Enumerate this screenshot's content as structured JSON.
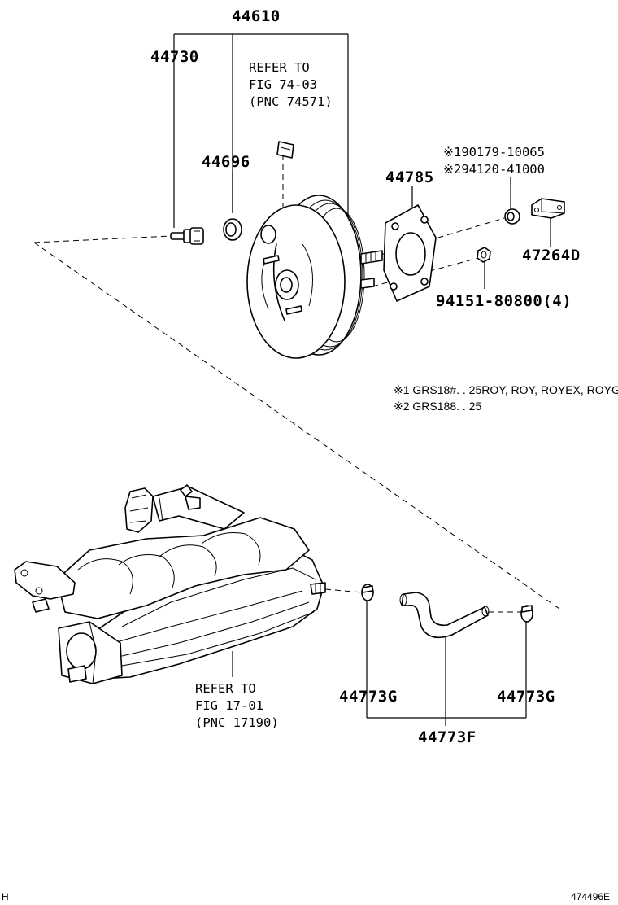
{
  "labels": {
    "booster_assy": "44610",
    "check_valve_union": "44730",
    "grommet": "44696",
    "gasket": "44785",
    "bracket": "47264D",
    "hose": "44773F",
    "clamp_left": "44773G",
    "clamp_right": "44773G",
    "nut": "94151-80800(4)",
    "alt1": "※190179-10065",
    "alt2": "※294120-41000"
  },
  "refs": {
    "booster_ref": [
      "REFER TO",
      "FIG 74-03",
      "(PNC 74571)"
    ],
    "manifold_ref": [
      "REFER TO",
      "FIG 17-01",
      "(PNC 17190)"
    ]
  },
  "notes": [
    "※1 GRS18#. . 25ROY, ROY, ROYEX, ROYG",
    "※2 GRS188. . 25"
  ],
  "corner": {
    "left": "H",
    "figure_id": "474496E"
  }
}
